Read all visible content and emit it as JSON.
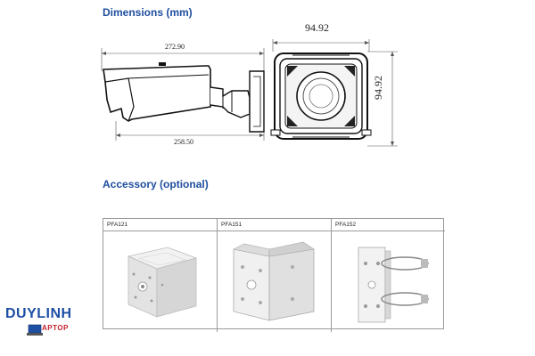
{
  "headings": {
    "dimensions": "Dimensions (mm)",
    "accessory": "Accessory (optional)"
  },
  "dimensions": {
    "overall_length": "272.90",
    "base_length": "258.50",
    "front_width": "94.92",
    "front_height": "94.92"
  },
  "accessories": [
    {
      "label": "PFA121",
      "icon": "junction-box-icon"
    },
    {
      "label": "PFA151",
      "icon": "corner-mount-bracket-icon"
    },
    {
      "label": "PFA152",
      "icon": "pole-mount-bracket-icon"
    }
  ],
  "logo": {
    "line1": "DUYLINH",
    "line2": "APTOP"
  },
  "colors": {
    "heading": "#1f4e9e",
    "logo_blue": "#1d4fa3",
    "logo_red": "#c8202b"
  }
}
